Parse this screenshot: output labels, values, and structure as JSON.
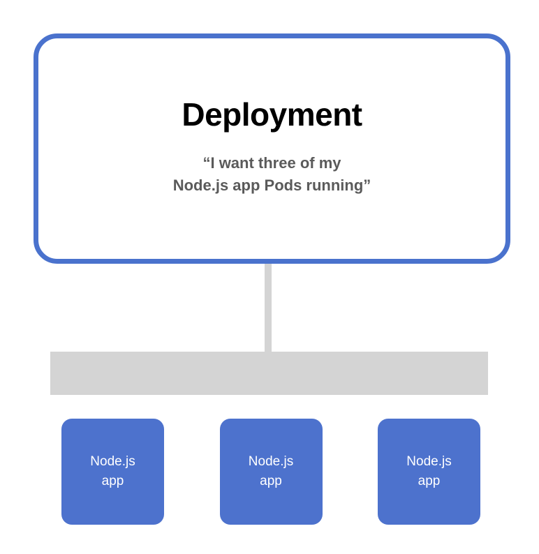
{
  "diagram": {
    "type": "kubernetes-deployment-diagram",
    "background_color": "#ffffff",
    "deployment": {
      "title": "Deployment",
      "subtitle_line_1": "“I want three of my",
      "subtitle_line_2": "Node.js app Pods running”",
      "border_color": "#4a72cd",
      "fill_color": "#ffffff",
      "title_color": "#000000",
      "subtitle_color": "#5a5a5a"
    },
    "connector": {
      "color": "#d4d4d4"
    },
    "replica_bar": {
      "color": "#d4d4d4"
    },
    "pods": [
      {
        "line_1": "Node.js",
        "line_2": "app",
        "fill_color": "#4d72cd",
        "text_color": "#ffffff"
      },
      {
        "line_1": "Node.js",
        "line_2": "app",
        "fill_color": "#4d72cd",
        "text_color": "#ffffff"
      },
      {
        "line_1": "Node.js",
        "line_2": "app",
        "fill_color": "#4d72cd",
        "text_color": "#ffffff"
      }
    ]
  }
}
